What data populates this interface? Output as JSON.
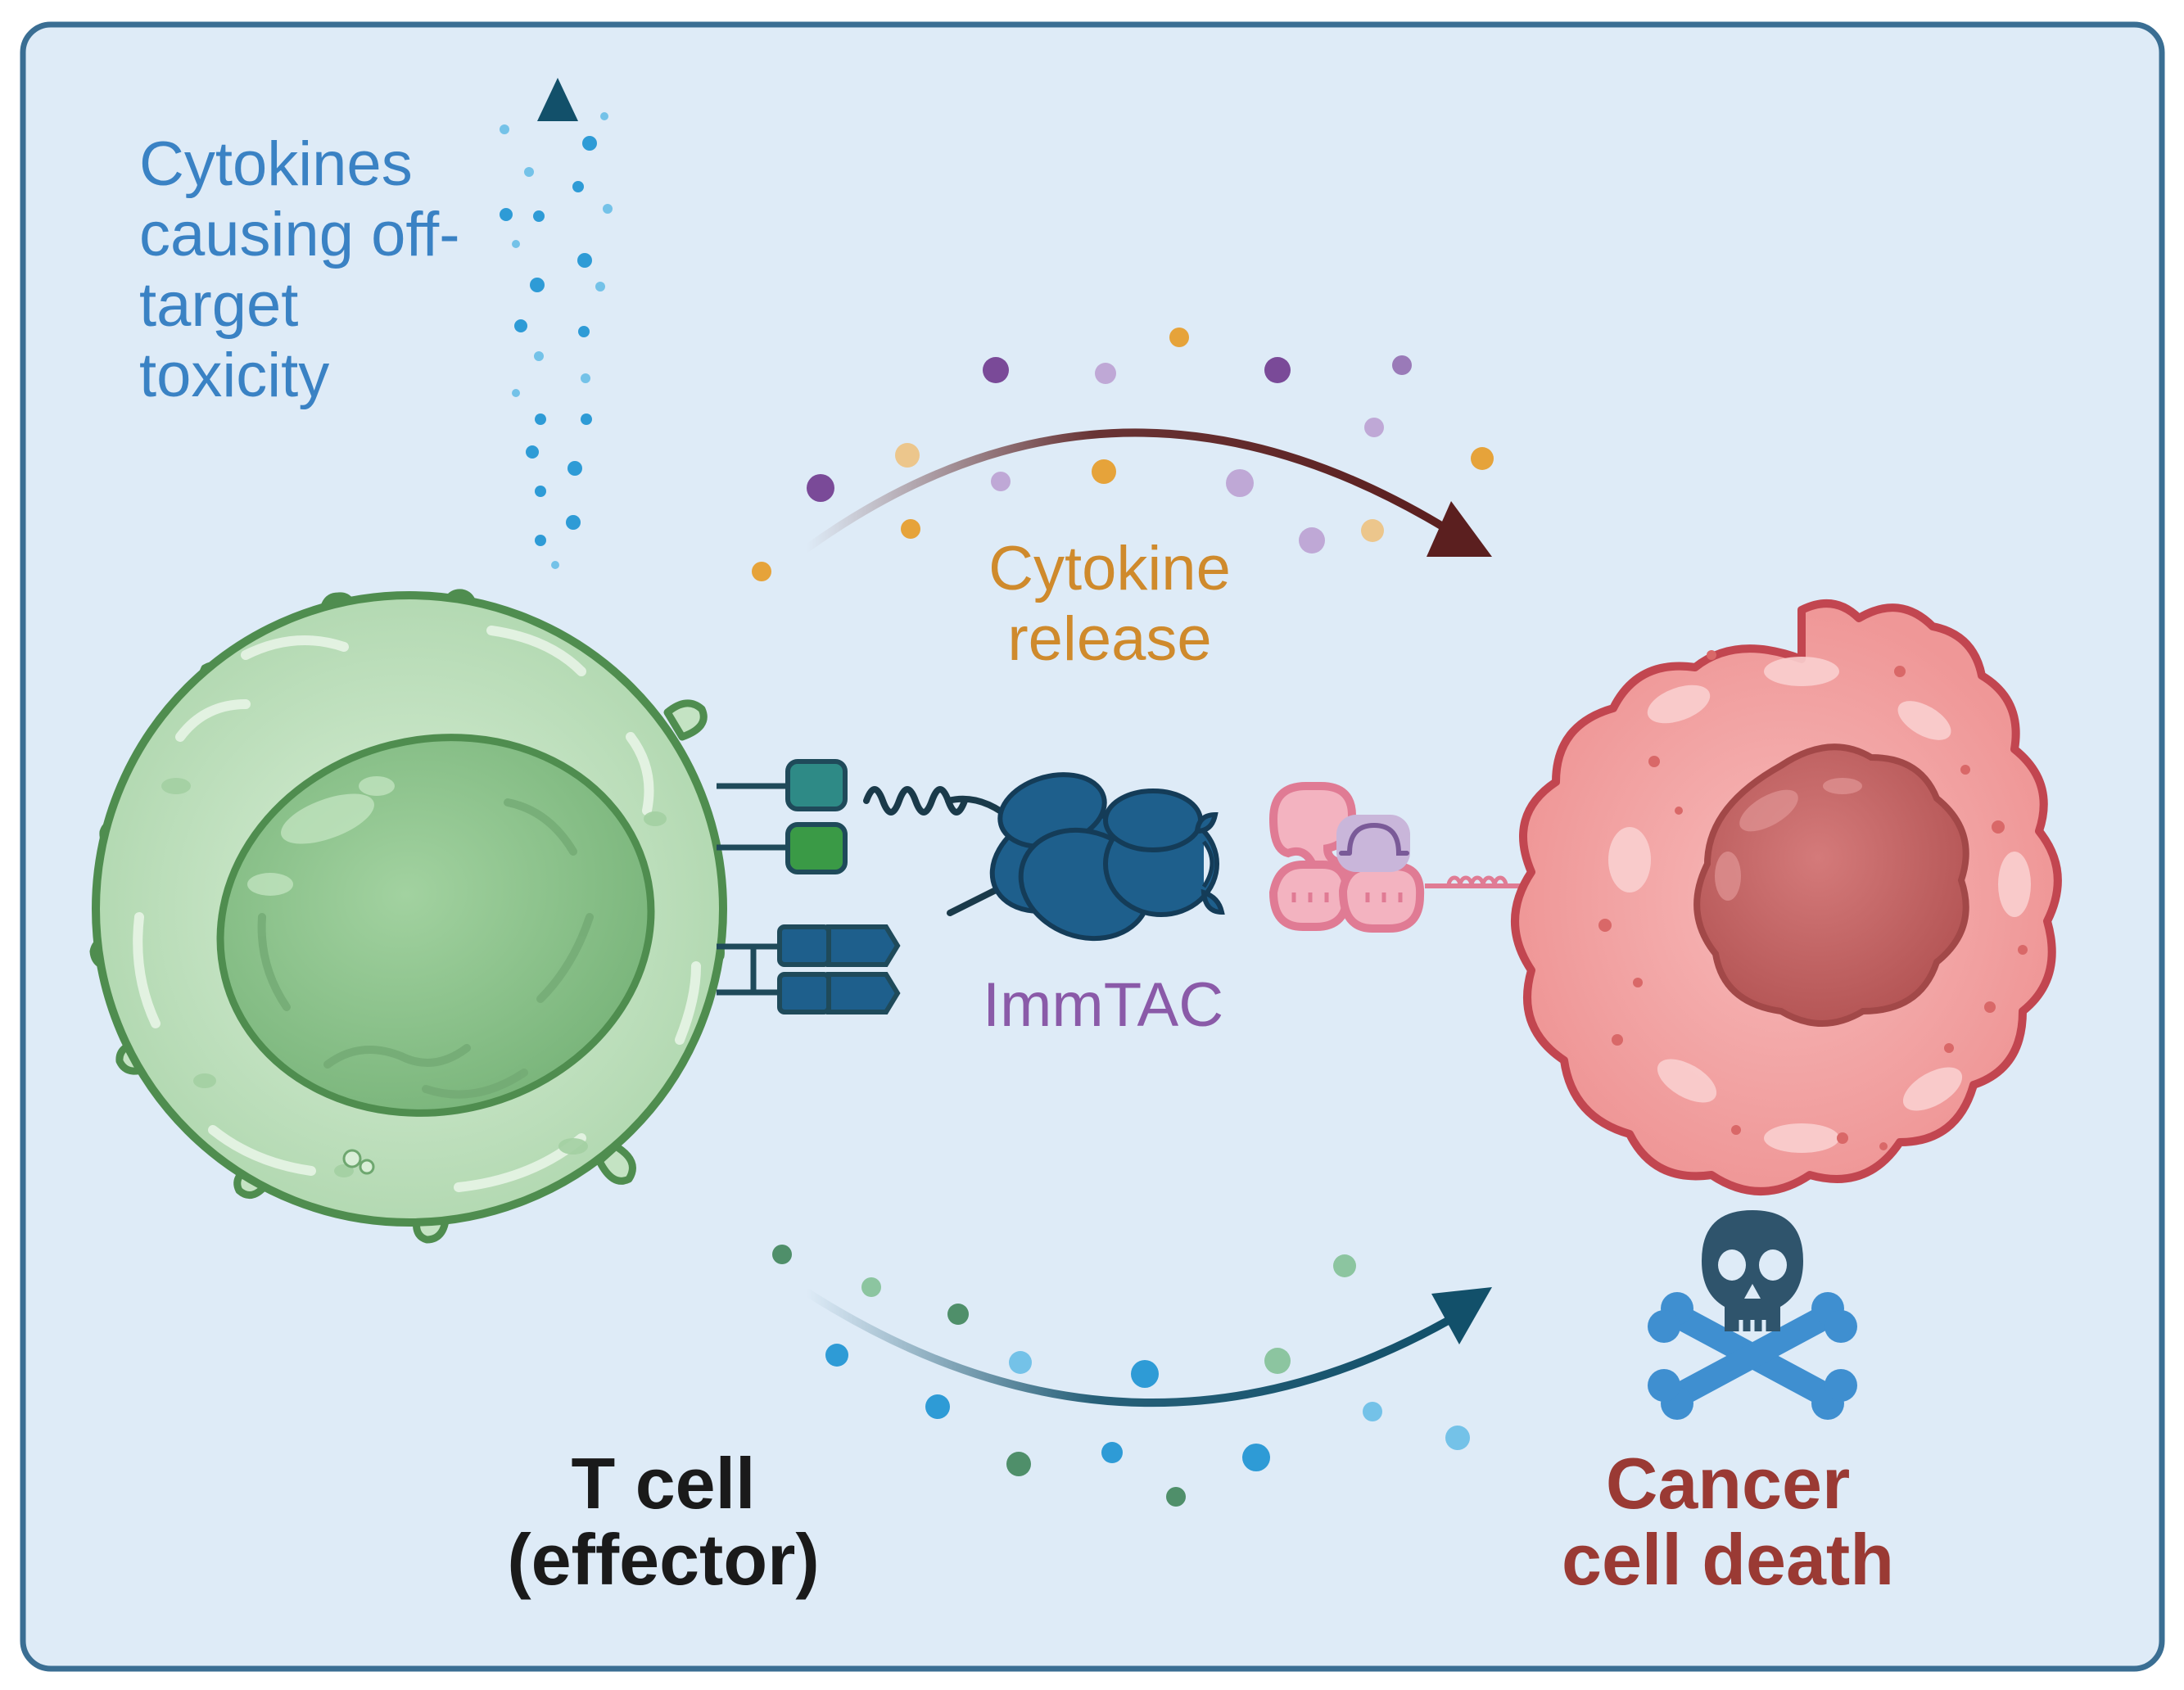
{
  "labels": {
    "cytokines_offtarget": [
      "Cytokines",
      "causing off-",
      "target",
      "toxicity"
    ],
    "cytokine_release": [
      "Cytokine",
      "release"
    ],
    "immtac": "ImmTAC",
    "t_cell": [
      "T cell",
      "(effector)"
    ],
    "cancer_cell_death": [
      "Cancer",
      "cell death"
    ]
  },
  "colors": {
    "panel_bg": "#deebf7",
    "panel_border": "#3a6e93",
    "tcell_outer": "#c4e3c3",
    "tcell_nucleus": "#8cc18c",
    "tcell_outline": "#4f8d4f",
    "cancer_outer": "#f3a5a5",
    "cancer_nucleus": "#c86565",
    "cancer_outline": "#c24650",
    "immtac_blue": "#1e5f8c",
    "tcr_pink": "#e07b94",
    "skull": "#2f546c",
    "crossbones": "#3f8fd0",
    "arrow_top": "#5b1f1f",
    "arrow_bottom": "#12506a"
  },
  "icons": [
    "t-cell-icon",
    "cancer-cell-icon",
    "immtac-molecule-icon",
    "tcr-peptide-complex-icon",
    "skull-crossbones-icon",
    "cytokine-dots-icon"
  ]
}
